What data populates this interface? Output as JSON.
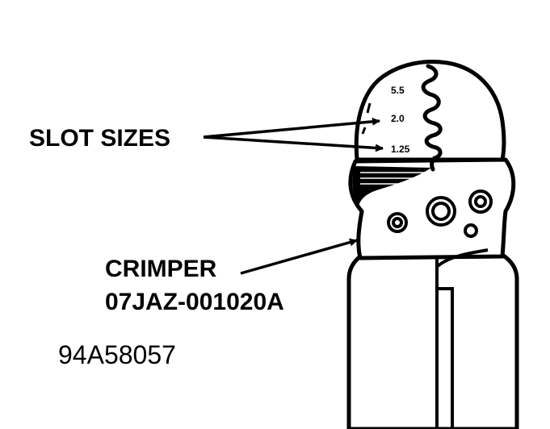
{
  "labels": {
    "slot_sizes": "SLOT SIZES",
    "crimper_name": "CRIMPER",
    "crimper_part_number": "07JAZ-001020A",
    "figure_id": "94A58057"
  },
  "slot_sizes": [
    "5.5",
    "2.0",
    "1.25"
  ],
  "colors": {
    "ink": "#000000",
    "paper": "#ffffff"
  }
}
